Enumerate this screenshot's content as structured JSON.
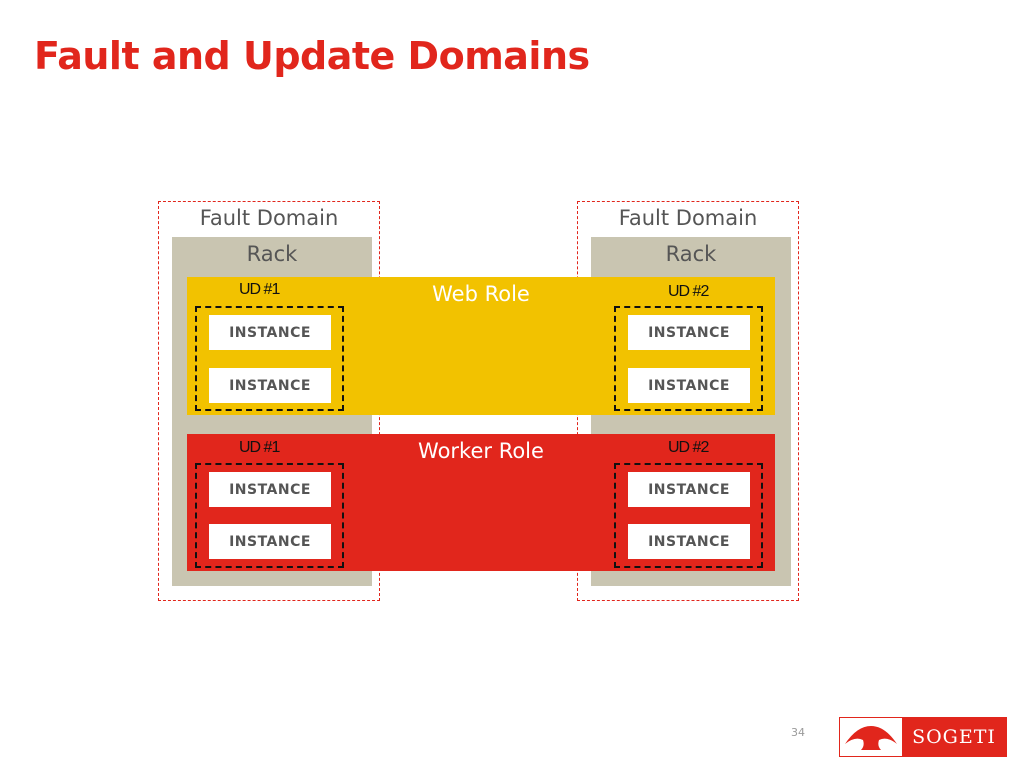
{
  "slide": {
    "title": "Fault and Update Domains",
    "page_number": "34"
  },
  "diagram": {
    "fault_domains": [
      {
        "label": "Fault Domain",
        "rack_label": "Rack"
      },
      {
        "label": "Fault Domain",
        "rack_label": "Rack"
      }
    ],
    "roles": [
      {
        "label": "Web Role",
        "color": "#f2c200",
        "ud_labels": [
          "UD #1",
          "UD #2"
        ]
      },
      {
        "label": "Worker Role",
        "color": "#e1261c",
        "ud_labels": [
          "UD #1",
          "UD #2"
        ]
      }
    ],
    "instance_label": "INSTANCE"
  },
  "brand": {
    "logo_text": "SOGETI",
    "logo_icon": "playing-card-spade-icon",
    "accent_color": "#e1261c"
  }
}
